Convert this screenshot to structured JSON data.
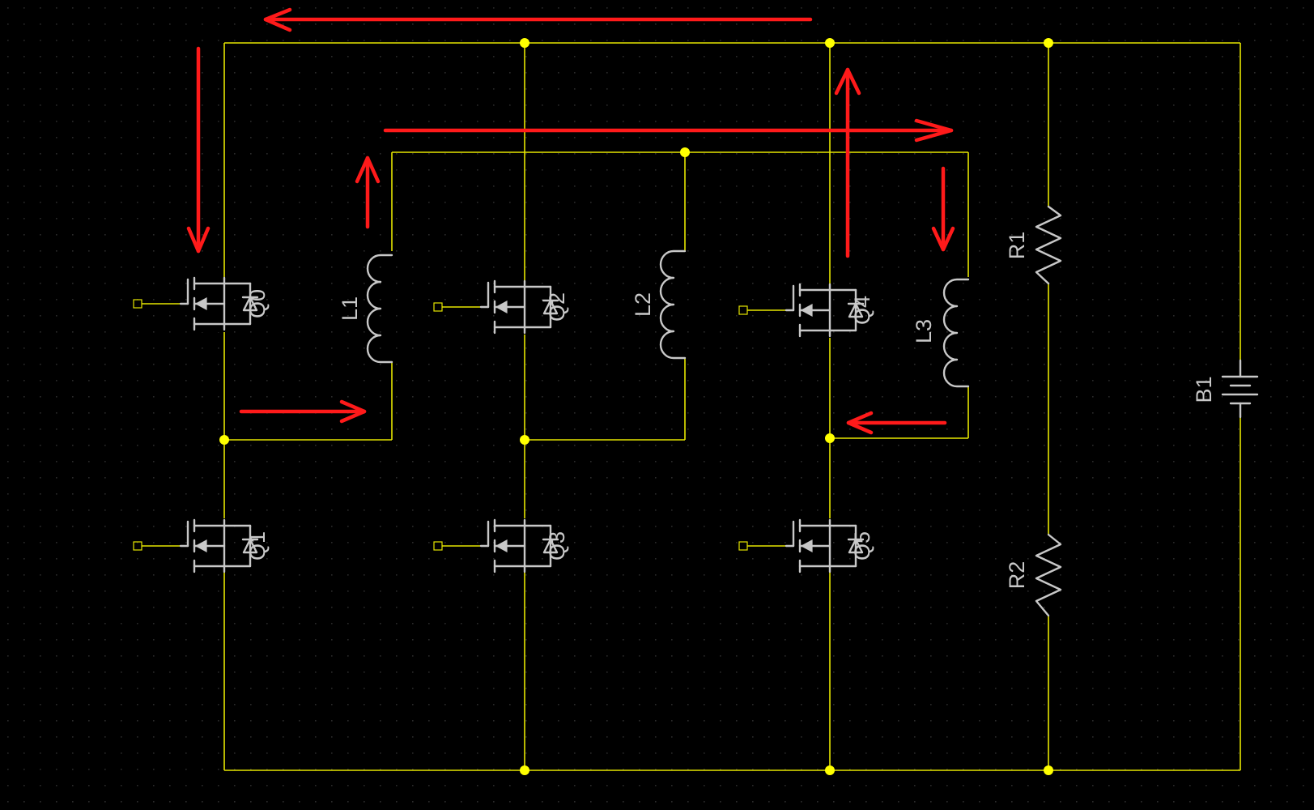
{
  "components": {
    "mosfets": [
      "Q0",
      "Q1",
      "Q2",
      "Q3",
      "Q4",
      "Q5"
    ],
    "inductors": [
      "L1",
      "L2",
      "L3"
    ],
    "resistors": [
      "R1",
      "R2"
    ],
    "battery": "B1"
  },
  "colors": {
    "background": "#000000",
    "wire": "#e6e600",
    "junction": "#ffff00",
    "component": "#c8c8c8",
    "current_arrow": "#ff1a1a",
    "grid_dot": "#2a2a2a"
  }
}
